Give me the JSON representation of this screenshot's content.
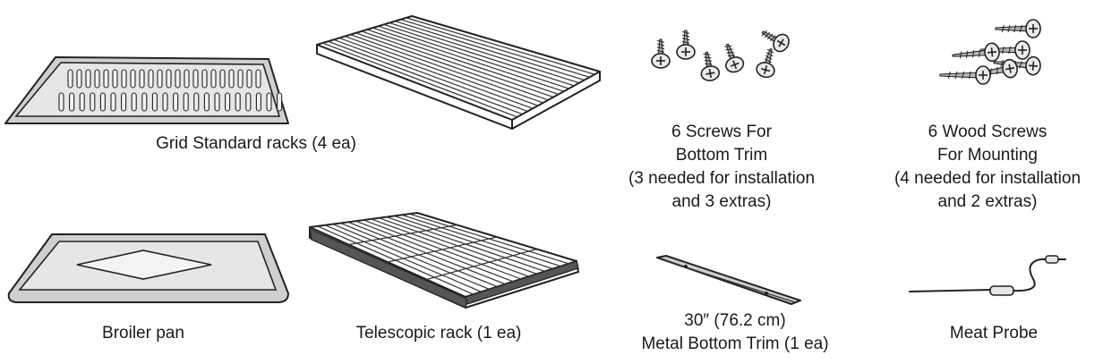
{
  "parts": {
    "grid_racks": {
      "caption": "Grid Standard racks (4 ea)"
    },
    "screws_trim": {
      "caption_lines": [
        "6 Screws For",
        "Bottom Trim",
        "(3 needed for installation",
        "and 3 extras)"
      ]
    },
    "wood_screws": {
      "caption_lines": [
        "6 Wood Screws",
        "For Mounting",
        "(4 needed for installation",
        "and 2 extras)"
      ]
    },
    "broiler_pan": {
      "caption": "Broiler pan"
    },
    "telescopic_rack": {
      "caption": "Telescopic rack (1 ea)"
    },
    "bottom_trim": {
      "caption_lines": [
        "30″ (76.2 cm)",
        "Metal Bottom Trim (1 ea)"
      ]
    },
    "meat_probe": {
      "caption": "Meat Probe"
    }
  }
}
